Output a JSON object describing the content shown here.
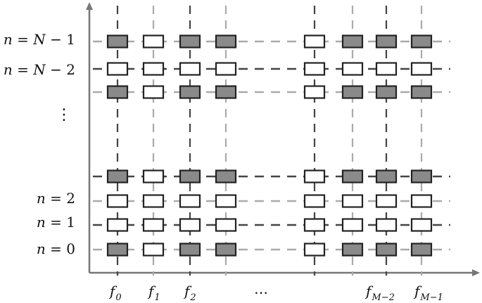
{
  "row_labels": {
    "n_top": {
      "var": "n",
      "eq": " = ",
      "expr": "N",
      "minus": " − ",
      "k": "1"
    },
    "n_top2": {
      "var": "n",
      "eq": " = ",
      "expr": "N",
      "minus": " − ",
      "k": "2"
    },
    "n2": {
      "var": "n",
      "eq": " = ",
      "k": "2"
    },
    "n1": {
      "var": "n",
      "eq": " = ",
      "k": "1"
    },
    "n0": {
      "var": "n",
      "eq": " = ",
      "k": "0"
    },
    "vdots": "⋮"
  },
  "col_labels": {
    "f0": {
      "base": "f",
      "sub": "0"
    },
    "f1": {
      "base": "f",
      "sub": "1"
    },
    "f2": {
      "base": "f",
      "sub": "2"
    },
    "dots": "⋯",
    "fm2": {
      "base": "f",
      "sub": "M−2"
    },
    "fm1": {
      "base": "f",
      "sub": "M−1"
    }
  },
  "colors": {
    "axis": "#777777",
    "cell_stroke": "#222222",
    "cell_filled": "#8a8a8a",
    "cell_empty": "#ffffff",
    "dash_light": "#aaaaaa",
    "dash_dark": "#444444"
  },
  "grid": {
    "rows_top": [
      [
        "filled",
        "empty",
        "filled",
        "filled",
        "empty",
        "filled",
        "filled",
        "filled"
      ],
      [
        "empty",
        "empty",
        "empty",
        "empty",
        "empty",
        "empty",
        "empty",
        "empty"
      ],
      [
        "filled",
        "empty",
        "filled",
        "filled",
        "empty",
        "filled",
        "filled",
        "filled"
      ]
    ],
    "rows_bottom": [
      [
        "filled",
        "empty",
        "filled",
        "filled",
        "empty",
        "filled",
        "filled",
        "filled"
      ],
      [
        "empty",
        "empty",
        "empty",
        "empty",
        "empty",
        "empty",
        "empty",
        "empty"
      ],
      [
        "empty",
        "empty",
        "empty",
        "empty",
        "empty",
        "empty",
        "empty",
        "empty"
      ],
      [
        "filled",
        "empty",
        "filled",
        "filled",
        "empty",
        "filled",
        "filled",
        "filled"
      ]
    ]
  }
}
